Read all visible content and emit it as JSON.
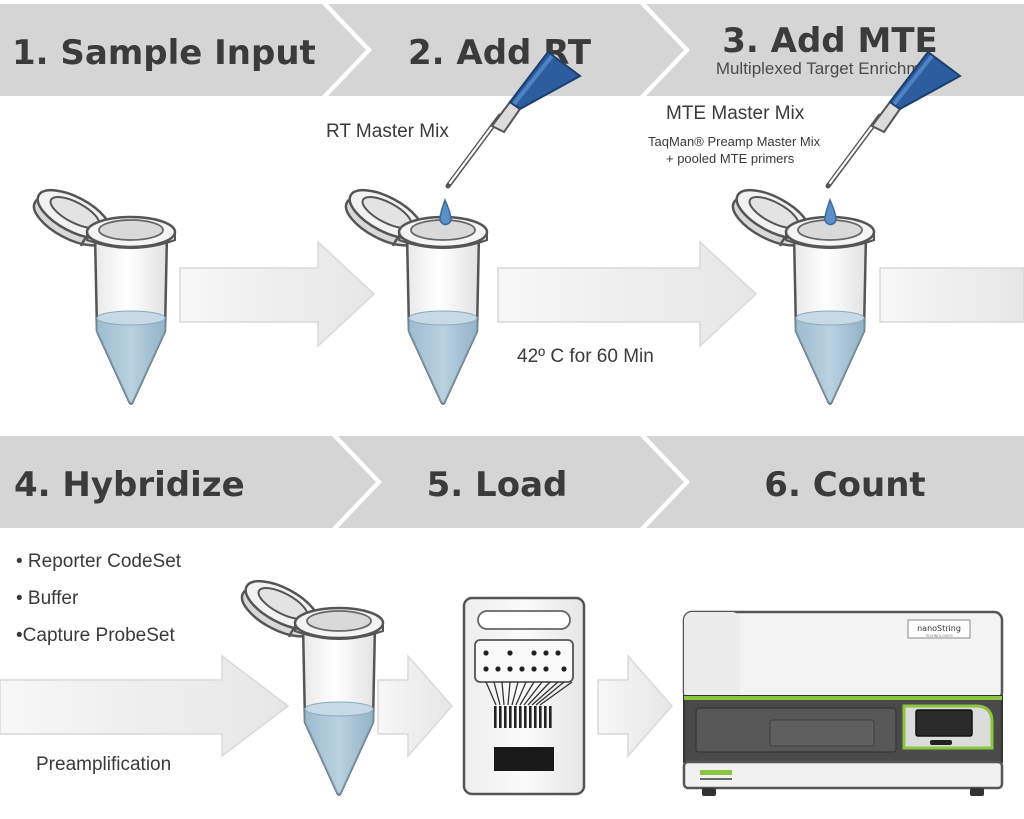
{
  "steps": [
    {
      "title": "1. Sample Input",
      "subtitle": ""
    },
    {
      "title": "2. Add RT",
      "subtitle": ""
    },
    {
      "title": "3. Add MTE",
      "subtitle": "Multiplexed Target Enrichment"
    },
    {
      "title": "4. Hybridize",
      "subtitle": ""
    },
    {
      "title": "5. Load",
      "subtitle": ""
    },
    {
      "title": "6. Count",
      "subtitle": ""
    }
  ],
  "labels": {
    "rt_master_mix": "RT Master Mix",
    "mte_master_mix": "MTE Master Mix",
    "taqman_line": "TaqMan® Preamp Master Mix",
    "primers_line": "+ pooled MTE primers",
    "incubation": "42º C for 60 Min",
    "reagents": [
      "• Reporter CodeSet",
      "• Buffer",
      "•Capture ProbeSet"
    ],
    "preamplification": "Preamplification"
  },
  "instrument": {
    "brand": "nanoString",
    "brand_sub": "TECHNOLOGIES"
  },
  "colors": {
    "banner": "#d5d5d5",
    "liquid": "#a9c4d6",
    "pipette": "#2c5d9e",
    "accent_green": "#8cc63f",
    "instrument_dark": "#4a4a4a"
  }
}
